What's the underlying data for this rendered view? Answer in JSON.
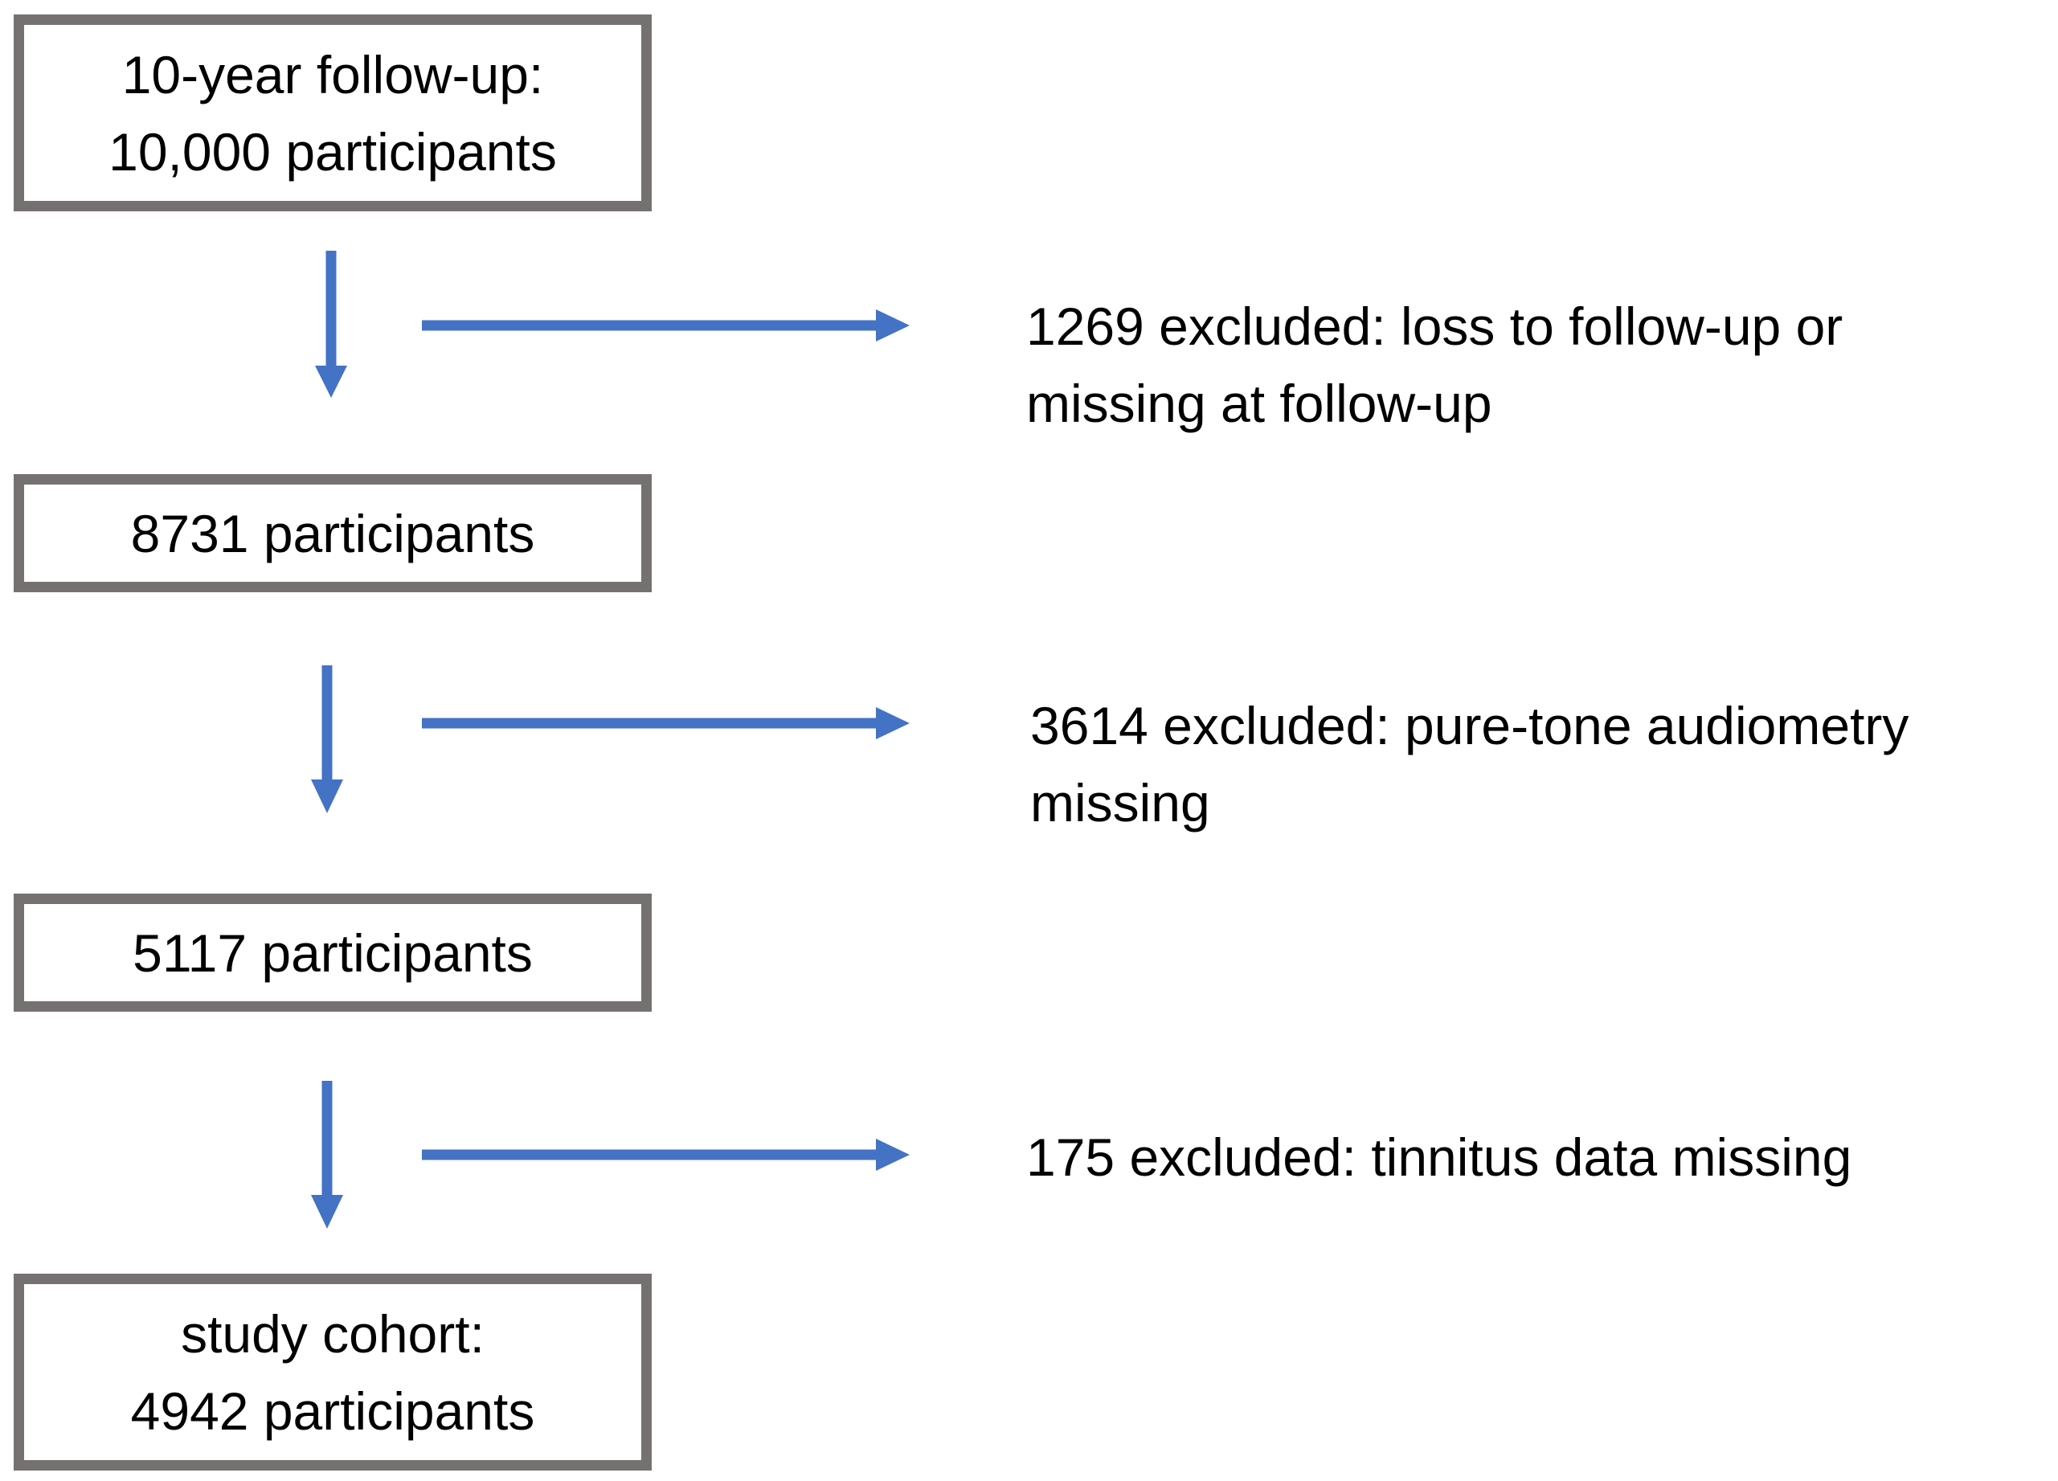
{
  "colors": {
    "arrow": "#4472C4",
    "box_border": "#767171",
    "text": "#000000",
    "background": "#FFFFFF"
  },
  "boxes": [
    {
      "lines": [
        "10-year follow-up:",
        "10,000 participants"
      ]
    },
    {
      "lines": [
        "8731 participants"
      ]
    },
    {
      "lines": [
        "5117 participants"
      ]
    },
    {
      "lines": [
        "study cohort:",
        "4942 participants"
      ]
    }
  ],
  "exclusions": [
    {
      "lines": [
        "1269 excluded: loss to follow-up or",
        "missing at follow-up"
      ]
    },
    {
      "lines": [
        "3614 excluded: pure-tone audiometry",
        "missing"
      ]
    },
    {
      "lines": [
        "175 excluded: tinnitus data missing"
      ]
    }
  ]
}
